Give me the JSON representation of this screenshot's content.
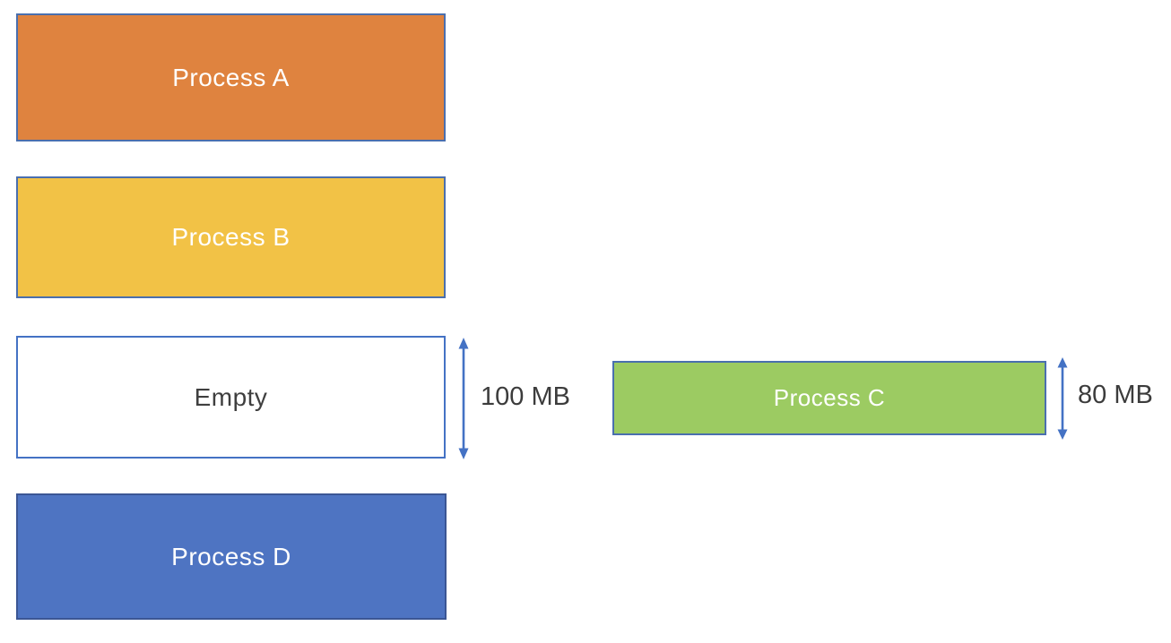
{
  "diagram": {
    "description": "Memory allocation diagram with process blocks and free space measurements",
    "blocks": [
      {
        "id": "process-a",
        "label": "Process A",
        "fill": "#df833f",
        "border": "#4a6fae",
        "text_color": "#ffffff"
      },
      {
        "id": "process-b",
        "label": "Process B",
        "fill": "#f2c246",
        "border": "#4a6fae",
        "text_color": "#ffffff"
      },
      {
        "id": "empty",
        "label": "Empty",
        "fill": "#ffffff",
        "border": "#4472c4",
        "text_color": "#3f3f3f"
      },
      {
        "id": "process-d",
        "label": "Process D",
        "fill": "#4e74c2",
        "border": "#3b5694",
        "text_color": "#ffffff"
      },
      {
        "id": "process-c",
        "label": "Process C",
        "fill": "#9ccb62",
        "border": "#4a6fae",
        "text_color": "#ffffff"
      }
    ],
    "measurements": [
      {
        "target": "empty",
        "label": "100 MB"
      },
      {
        "target": "process-c",
        "label": "80 MB"
      }
    ],
    "arrow_color": "#4472c4"
  }
}
